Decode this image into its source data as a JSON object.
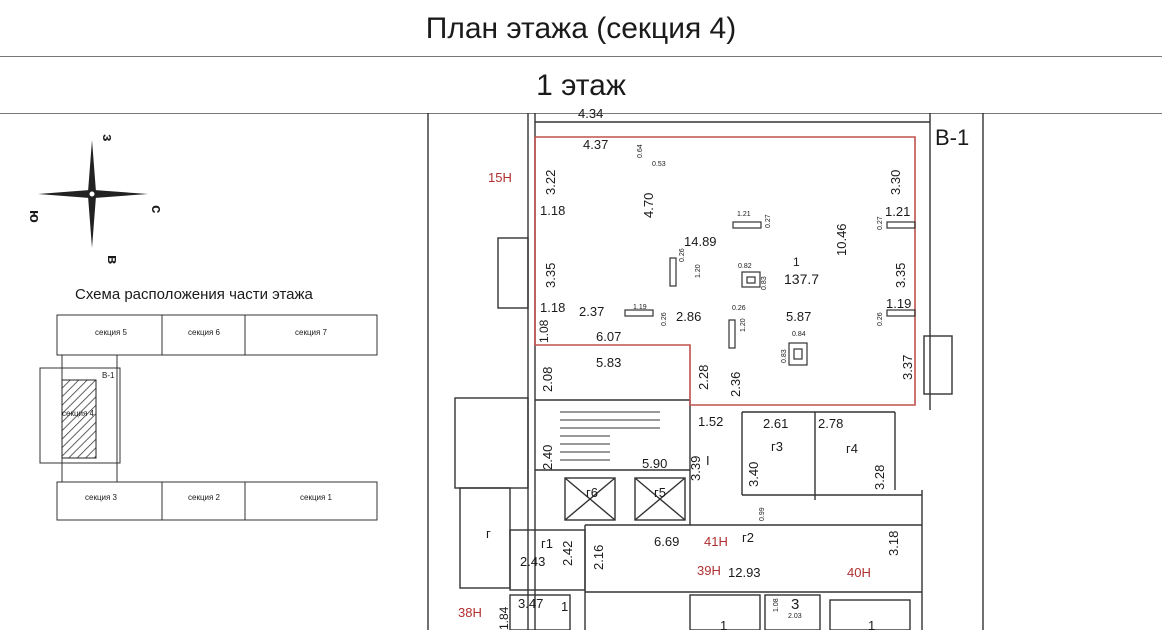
{
  "header": {
    "title": "План этажа (секция 4)",
    "floor": "1 этаж"
  },
  "compass": {
    "north": "з",
    "east": "с",
    "south": "в",
    "west": "ю"
  },
  "scheme": {
    "title": "Схема расположения части этажа",
    "top_sections": [
      "секция 5",
      "секция 6",
      "секция 7"
    ],
    "bottom_sections": [
      "секция 3",
      "секция 2",
      "секция 1"
    ],
    "axis_label": "В-1",
    "current_section": "секция 4"
  },
  "plan": {
    "axis_label": "В-1",
    "main_room": {
      "number": "1",
      "area": "137.7"
    },
    "room_codes": [
      "15Н",
      "41Н",
      "39Н",
      "40Н",
      "38Н"
    ],
    "rooms": [
      "г",
      "г1",
      "г2",
      "г3",
      "г4",
      "г5",
      "г6",
      "I",
      "3",
      "1",
      "1",
      "1"
    ],
    "dimensions": [
      "4.34",
      "4.37",
      "0.64",
      "0.53",
      "3.22",
      "4.70",
      "3.30",
      "1.18",
      "1.21",
      "0.27",
      "1.21",
      "0.27",
      "14.89",
      "10.46",
      "3.35",
      "0.26",
      "1.20",
      "0.82",
      "0.83",
      "3.35",
      "1.18",
      "2.37",
      "1.19",
      "0.26",
      "2.86",
      "0.26",
      "1.20",
      "5.87",
      "0.84",
      "0.26",
      "1.19",
      "1.08",
      "6.07",
      "5.83",
      "2.08",
      "2.28",
      "2.36",
      "0.83",
      "3.37",
      "1.52",
      "2.61",
      "2.78",
      "2.40",
      "3.39",
      "3.40",
      "3.28",
      "5.90",
      "6.69",
      "0.99",
      "3.18",
      "2.42",
      "2.16",
      "2.43",
      "12.93",
      "3.47",
      "1.84",
      "1.08",
      "2.03"
    ]
  }
}
